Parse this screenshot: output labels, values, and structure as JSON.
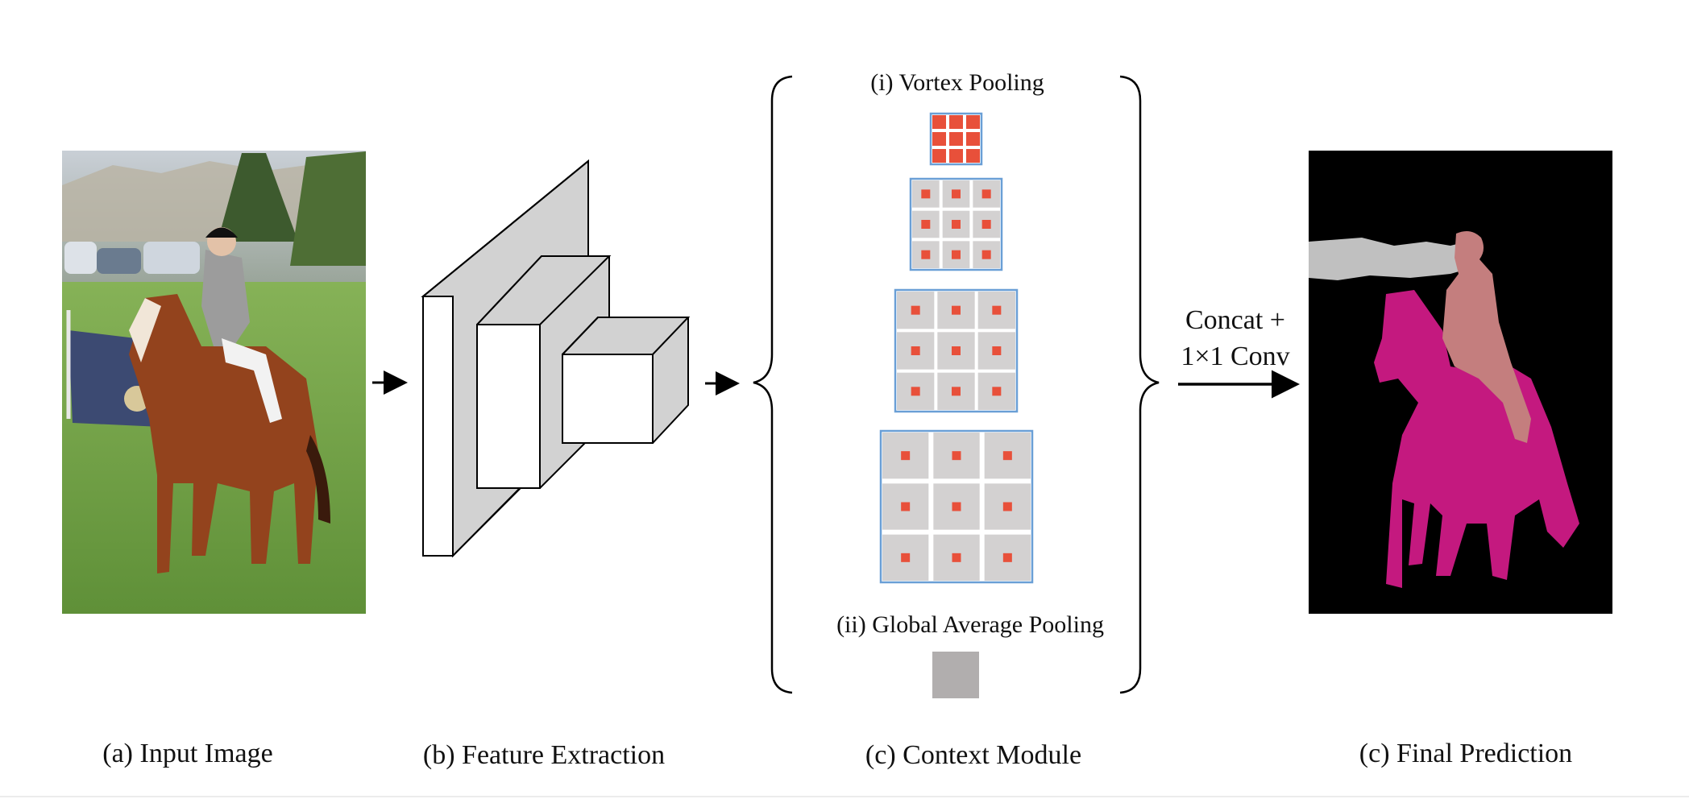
{
  "captions": {
    "input": "(a) Input Image",
    "feature": "(b) Feature Extraction",
    "context": "(c) Context Module",
    "prediction": "(c) Final Prediction"
  },
  "context_module": {
    "vortex_label": "(i) Vortex Pooling",
    "gap_label": "(ii) Global Average Pooling"
  },
  "operation": {
    "line1": "Concat +",
    "line2": "1×1 Conv"
  },
  "colors": {
    "pool_dot": "#e8503a",
    "pool_fill": "#d3d1d1",
    "pool_border": "#6a9fd6",
    "gap_fill": "#b1aeae",
    "cube_side": "#d2d2d2",
    "horse_mask": "#c4197f",
    "rider_mask": "#c47e7e",
    "background_mask": "#c0c0c0"
  }
}
